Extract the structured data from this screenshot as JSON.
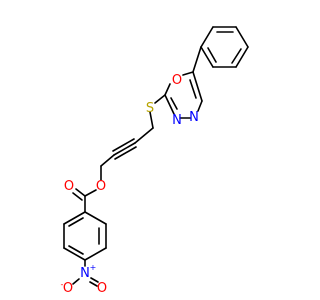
{
  "molecule": {
    "atoms": [
      {
        "id": "S",
        "label": "S",
        "color": "#b8a400"
      },
      {
        "id": "O_ring",
        "label": "O",
        "color": "#ff0000"
      },
      {
        "id": "N3",
        "label": "N",
        "color": "#0000ff"
      },
      {
        "id": "N4",
        "label": "N",
        "color": "#0000ff"
      },
      {
        "id": "O_ester",
        "label": "O",
        "color": "#ff0000"
      },
      {
        "id": "O_carbonyl",
        "label": "O",
        "color": "#ff0000"
      },
      {
        "id": "N_nitro",
        "label": "N",
        "color": "#0000ff",
        "charge": "+"
      },
      {
        "id": "O_nitro_1",
        "label": "O",
        "color": "#ff0000",
        "charge": "-"
      },
      {
        "id": "O_nitro_2",
        "label": "O",
        "color": "#ff0000"
      }
    ]
  }
}
